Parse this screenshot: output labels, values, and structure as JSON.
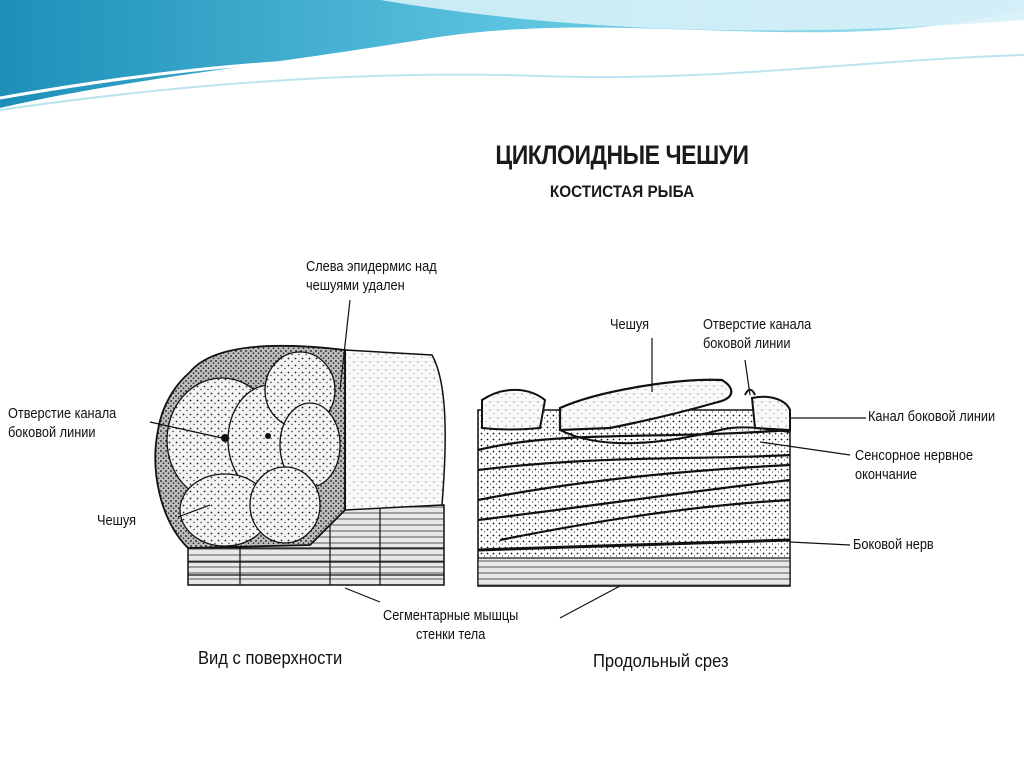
{
  "title": "ЦИКЛОИДНЫЕ ЧЕШУИ",
  "subtitle": "КОСТИСТАЯ РЫБА",
  "left_panel": {
    "caption": "Вид с  поверхности",
    "label_epidermis_line1": "Слева эпидермис  над",
    "label_epidermis_line2": "чешуями удален",
    "label_canal_opening_line1": "Отверстие канала",
    "label_canal_opening_line2": "боковой линии",
    "label_scale": "Чешуя"
  },
  "right_panel": {
    "caption": "Продольный срез",
    "label_scale": "Чешуя",
    "label_canal_opening_line1": "Отверстие канала",
    "label_canal_opening_line2": "боковой линии",
    "label_lateral_canal": "Канал боковой линии",
    "label_sensory_line1": "Сенсорное нервное",
    "label_sensory_line2": "окончание",
    "label_lateral_nerve": "Боковой нерв"
  },
  "shared": {
    "label_muscles_line1": "Сегментарные мышцы",
    "label_muscles_line2": "стенки тела"
  },
  "colors": {
    "wave_dark": "#2f9fc4",
    "wave_light": "#bfe8f3",
    "ink": "#111111"
  }
}
